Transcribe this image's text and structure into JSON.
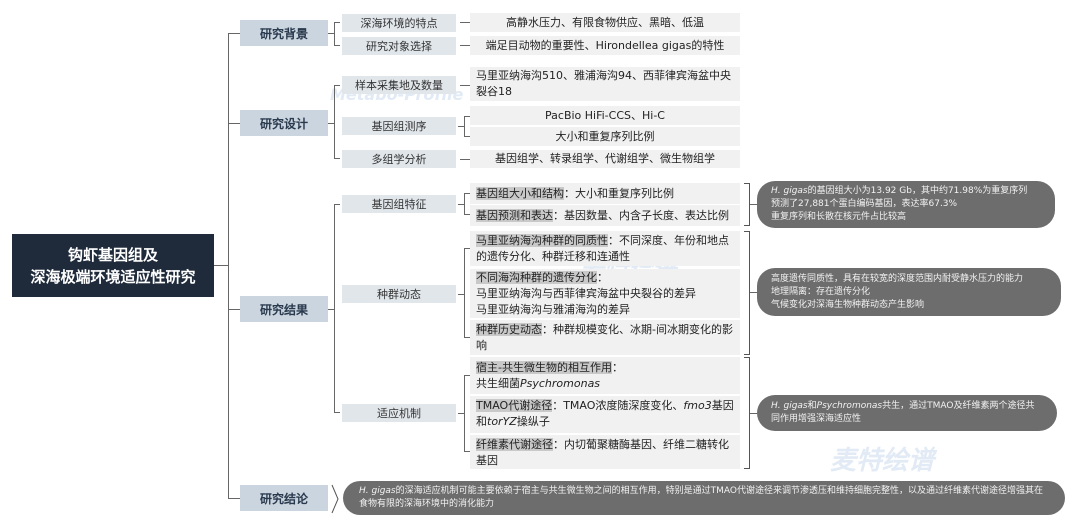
{
  "root": {
    "line1": "钩虾基因组及",
    "line2": "深海极端环境适应性研究"
  },
  "watermark": {
    "cn": "麦特绘谱",
    "en": "Metabo-Profile"
  },
  "background": {
    "label": "研究背景",
    "items": [
      {
        "label": "深海环境的特点",
        "detail": "高静水压力、有限食物供应、黑暗、低温"
      },
      {
        "label": "研究对象选择",
        "detail": "端足目动物的重要性、Hirondellea gigas的特性"
      }
    ]
  },
  "design": {
    "label": "研究设计",
    "items": [
      {
        "label": "样本采集地及数量",
        "detail": "马里亚纳海沟510、雅浦海沟94、西菲律宾海盆中央裂谷18"
      },
      {
        "label": "基因组测序",
        "details": [
          "PacBio HiFi-CCS、Hi-C",
          "大小和重复序列比例"
        ]
      },
      {
        "label": "多组学分析",
        "detail": "基因组学、转录组学、代谢组学、微生物组学"
      }
    ]
  },
  "results": {
    "label": "研究结果",
    "genome": {
      "label": "基因组特征",
      "items": [
        {
          "head": "基因组大小和结构",
          "body": "：大小和重复序列比例"
        },
        {
          "head": "基因预测和表达",
          "body": "：基因数量、内含子长度、表达比例"
        }
      ],
      "callout": {
        "italic": "H. gigas",
        "line1": "的基因组大小为13.92 Gb，其中约71.98%为重复序列",
        "line2": "预测了27,881个蛋白编码基因，表达率67.3%",
        "line3": "重复序列和长散在核元件占比较高"
      }
    },
    "population": {
      "label": "种群动态",
      "items": [
        {
          "head": "马里亚纳海沟种群的同质性",
          "body": "：不同深度、年份和地点的遗传分化、种群迁移和连通性"
        },
        {
          "head": "不同海沟种群的遗传分化",
          "body": "：",
          "line2": "马里亚纳海沟与西菲律宾海盆中央裂谷的差异",
          "line3": "马里亚纳海沟与雅浦海沟的差异"
        },
        {
          "head": "种群历史动态",
          "body": "：种群规模变化、冰期-间冰期变化的影响"
        }
      ],
      "callout": {
        "line1": "高度遗传同质性，具有在较宽的深度范围内耐受静水压力的能力",
        "line2": "地理隔离：存在遗传分化",
        "line3": "气候变化对深海生物种群动态产生影响"
      }
    },
    "adaptation": {
      "label": "适应机制",
      "items": [
        {
          "head": "宿主-共生微生物的相互作用",
          "body": "：",
          "line2a": "共生细菌",
          "line2i": "Psychromonas"
        },
        {
          "head": "TMAO代谢途径",
          "body": "：TMAO浓度随深度变化、",
          "i1": "fmo3",
          "t2": "基因和",
          "i2": "torYZ",
          "t3": "操纵子"
        },
        {
          "head": "纤维素代谢途径",
          "body": "：内切葡聚糖酶基因、纤维二糖转化基因"
        }
      ],
      "callout": {
        "i1": "H. gigas",
        "t1": "和",
        "i2": "Psychromonas",
        "t2": "共生，通过TMAO及纤维素两个途径共同作用增强深海适应性"
      }
    }
  },
  "conclusion": {
    "label": "研究结论",
    "italic": "H. gigas",
    "text": "的深海适应机制可能主要依赖于宿主与共生微生物之间的相互作用，特别是通过TMAO代谢途径来调节渗透压和维持细胞完整性，以及通过纤维素代谢途径增强其在食物有限的深海环境中的消化能力"
  }
}
